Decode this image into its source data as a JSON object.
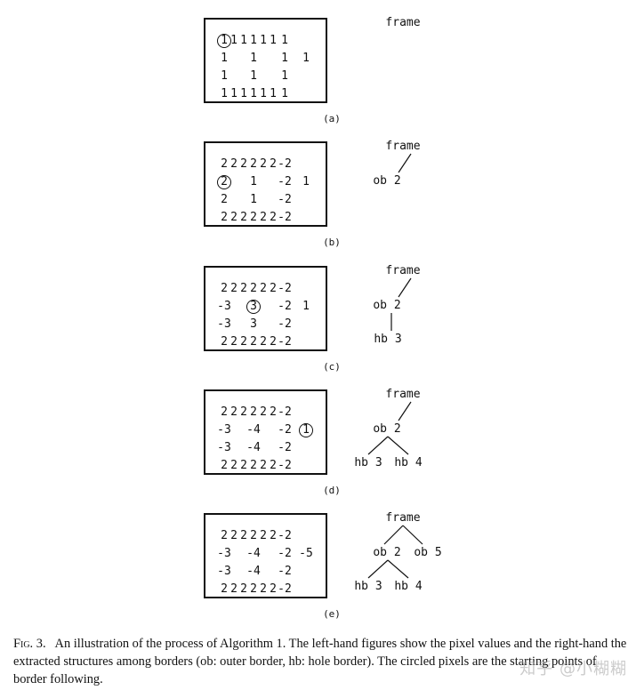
{
  "panels": [
    {
      "label": "(a)",
      "rows": [
        [
          {
            "t": "1",
            "c": true
          },
          "1",
          "1",
          "1",
          "1",
          "1",
          "1"
        ],
        [
          "1",
          "",
          "",
          "1",
          "",
          "",
          "1",
          "1"
        ],
        [
          "1",
          "",
          "",
          "1",
          "",
          "",
          "1"
        ],
        [
          "1",
          "1",
          "1",
          "1",
          "1",
          "1",
          "1"
        ]
      ],
      "tree": {
        "root": "frame",
        "children": []
      }
    },
    {
      "label": "(b)",
      "rows": [
        [
          "2",
          "2",
          "2",
          "2",
          "2",
          "2",
          "-2"
        ],
        [
          {
            "t": "2",
            "c": true
          },
          "",
          "",
          "1",
          "",
          "",
          "-2",
          "1"
        ],
        [
          "2",
          "",
          "",
          "1",
          "",
          "",
          "-2"
        ],
        [
          "2",
          "2",
          "2",
          "2",
          "2",
          "2",
          "-2"
        ]
      ],
      "tree": {
        "root": "frame",
        "children": [
          "ob 2"
        ],
        "grand": []
      }
    },
    {
      "label": "(c)",
      "rows": [
        [
          "2",
          "2",
          "2",
          "2",
          "2",
          "2",
          "-2"
        ],
        [
          "-3",
          "",
          "",
          {
            "t": "3",
            "c": true
          },
          "",
          "",
          "-2",
          "1"
        ],
        [
          "-3",
          "",
          "",
          "3",
          "",
          "",
          "-2"
        ],
        [
          "2",
          "2",
          "2",
          "2",
          "2",
          "2",
          "-2"
        ]
      ],
      "tree": {
        "root": "frame",
        "children": [
          "ob 2"
        ],
        "grand": [
          "hb 3"
        ]
      }
    },
    {
      "label": "(d)",
      "rows": [
        [
          "2",
          "2",
          "2",
          "2",
          "2",
          "2",
          "-2"
        ],
        [
          "-3",
          "",
          "",
          "-4",
          "",
          "",
          "-2",
          {
            "t": "1",
            "c": true
          }
        ],
        [
          "-3",
          "",
          "",
          "-4",
          "",
          "",
          "-2"
        ],
        [
          "2",
          "2",
          "2",
          "2",
          "2",
          "2",
          "-2"
        ]
      ],
      "tree": {
        "root": "frame",
        "children": [
          "ob 2"
        ],
        "grand": [
          "hb 3",
          "hb 4"
        ]
      }
    },
    {
      "label": "(e)",
      "rows": [
        [
          "2",
          "2",
          "2",
          "2",
          "2",
          "2",
          "-2"
        ],
        [
          "-3",
          "",
          "",
          "-4",
          "",
          "",
          "-2",
          "-5"
        ],
        [
          "-3",
          "",
          "",
          "-4",
          "",
          "",
          "-2"
        ],
        [
          "2",
          "2",
          "2",
          "2",
          "2",
          "2",
          "-2"
        ]
      ],
      "tree": {
        "root": "frame",
        "children": [
          "ob 2",
          "ob 5"
        ],
        "grand": [
          "hb 3",
          "hb 4"
        ]
      }
    }
  ],
  "caption": {
    "fig_no": "Fig. 3.",
    "text": "An illustration of the process of Algorithm 1. The left-hand figures show the pixel values and the right-hand the extracted structures among borders (ob: outer border, hb: hole border). The circled pixels are the starting points of border following."
  },
  "watermark": "知乎 @小糊糊"
}
